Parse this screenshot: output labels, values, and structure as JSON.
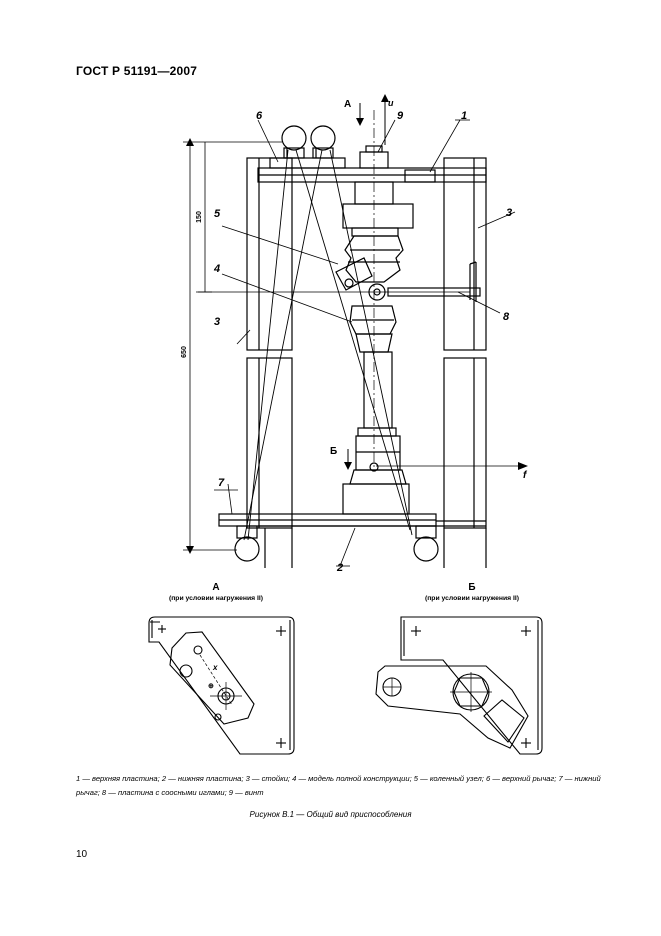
{
  "header": {
    "standard": "ГОСТ Р 51191—2007"
  },
  "drawing": {
    "part_labels": [
      "1",
      "2",
      "3",
      "3",
      "4",
      "5",
      "6",
      "7",
      "8",
      "9"
    ],
    "view_letters": {
      "a": "А",
      "b": "Б"
    },
    "axis_labels": {
      "u": "u",
      "f": "f"
    },
    "dimensions": {
      "total": "650",
      "upper": "150"
    }
  },
  "views": {
    "a": {
      "title": "А",
      "subtitle": "(при условии нагружения II)"
    },
    "b": {
      "title": "Б",
      "subtitle": "(при условии нагружения II)"
    }
  },
  "legend": "1 — верхняя пластина; 2 — нижняя пластина; 3 — стойки; 4 — модель полной конструкции; 5 — коленный узел; 6 — верхний рычаг; 7 — нижний рычаг; 8 — пластина с соосными иглами; 9 — винт",
  "figure_caption": "Рисунок В.1 — Общий вид приспособления",
  "page_number": "10"
}
